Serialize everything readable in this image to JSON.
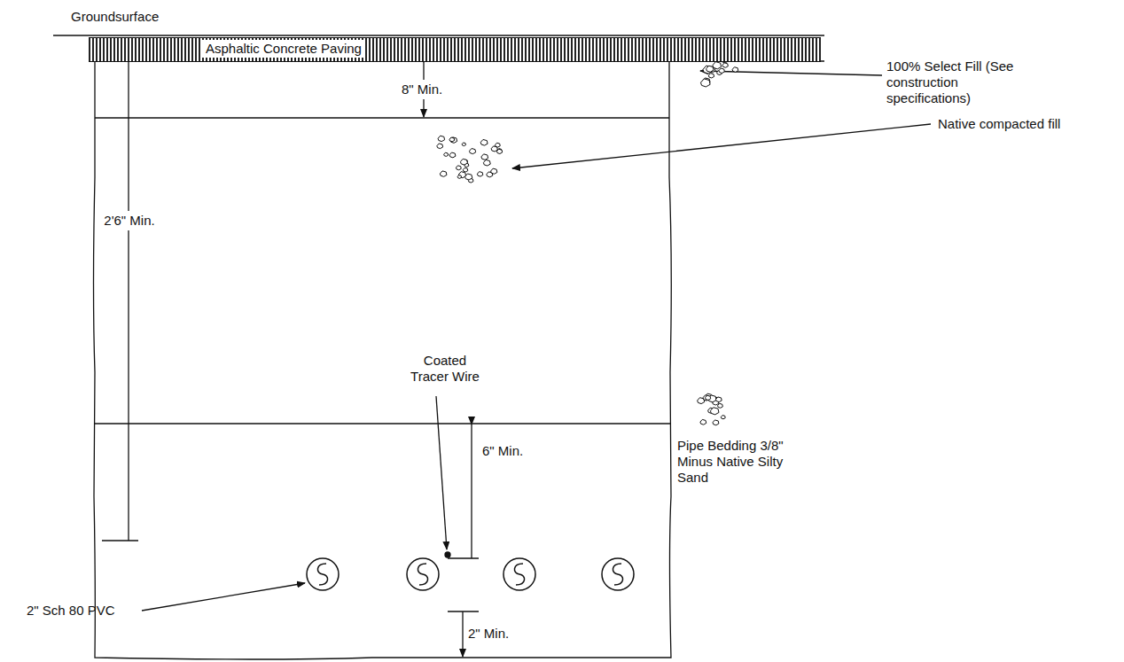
{
  "diagram": {
    "nodes": [
      {
        "text": [
          "Asphaltic Concrete Paving"
        ]
      }
    ],
    "labels": [
      "Groundsurface",
      "8\" Min.",
      "100% Select Fill (See construction specifications)",
      "2'6\" Min.",
      "Native compacted fill",
      "Coated Tracer Wire",
      "6\" Min.",
      "Pipe Bedding 3/8\" Minus Native Silty Sand",
      "2\" Sch 80 PVC",
      "2\" Min."
    ]
  }
}
